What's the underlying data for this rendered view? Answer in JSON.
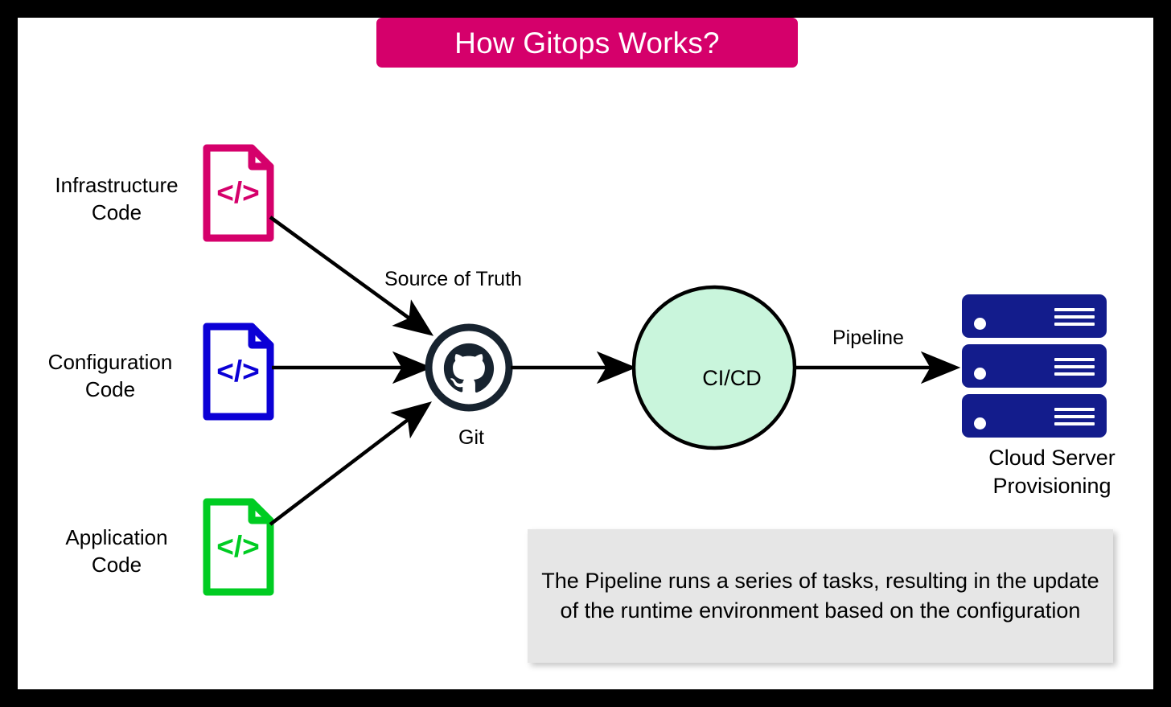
{
  "frame": {
    "border_color": "#000000",
    "canvas_background": "#ffffff"
  },
  "title": {
    "text": "How Gitops Works?",
    "background_color": "#D5006B",
    "text_color": "#ffffff"
  },
  "sources": [
    {
      "id": "infrastructure",
      "label": "Infrastructure\nCode",
      "icon": "code-file-icon",
      "icon_glyph": "</>",
      "color": "#D5006B"
    },
    {
      "id": "configuration",
      "label": "Configuration\nCode",
      "icon": "code-file-icon",
      "icon_glyph": "</>",
      "color": "#0B00D6"
    },
    {
      "id": "application",
      "label": "Application\nCode",
      "icon": "code-file-icon",
      "icon_glyph": "</>",
      "color": "#00CC22"
    }
  ],
  "nodes": {
    "git": {
      "label": "Git",
      "icon": "github-octocat-icon",
      "color": "#17232F"
    },
    "cicd": {
      "label": "CI/CD",
      "fill_color": "#C9F5DC",
      "stroke_color": "#000000"
    },
    "servers": {
      "label": "Cloud Server\nProvisioning",
      "icon": "server-rack-icon",
      "color": "#131C8C",
      "unit_count": 3
    }
  },
  "connectors": [
    {
      "id": "infrastructure-to-git",
      "label": "Source of Truth"
    },
    {
      "id": "configuration-to-git",
      "label": ""
    },
    {
      "id": "application-to-git",
      "label": ""
    },
    {
      "id": "git-to-cicd",
      "label": ""
    },
    {
      "id": "cicd-to-servers",
      "label": "Pipeline"
    }
  ],
  "annotations": {
    "source_of_truth": "Source of Truth",
    "pipeline": "Pipeline"
  },
  "caption": {
    "text": "The Pipeline runs a series of tasks, resulting in the update of the runtime environment based on the configuration",
    "background_color": "#E6E6E6"
  }
}
